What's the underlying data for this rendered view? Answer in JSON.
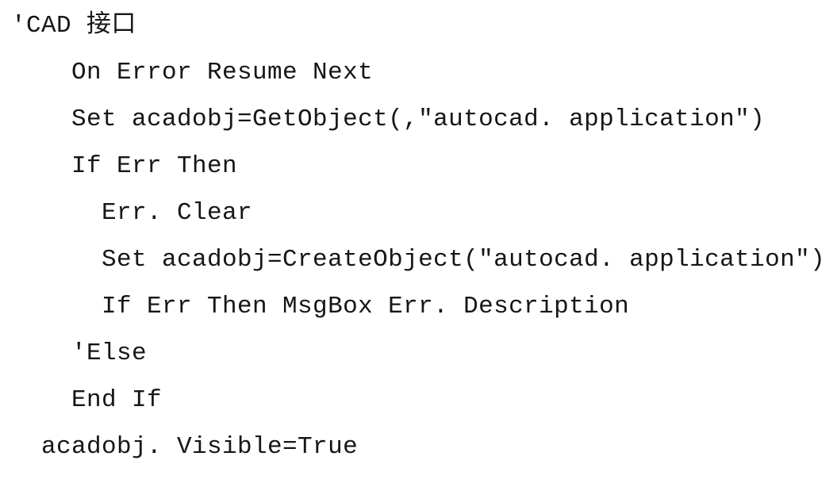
{
  "code": {
    "language": "vbscript",
    "comment_color": "#161616",
    "text_color": "#161616",
    "background_color": "#ffffff",
    "lines": [
      "'CAD 接口",
      "    On Error Resume Next",
      "    Set acadobj=GetObject(,\"autocad. application\")",
      "    If Err Then",
      "      Err. Clear",
      "      Set acadobj=CreateObject(\"autocad. application\")",
      "      If Err Then MsgBox Err. Description",
      "    'Else",
      "    End If",
      "  acadobj. Visible=True"
    ]
  }
}
